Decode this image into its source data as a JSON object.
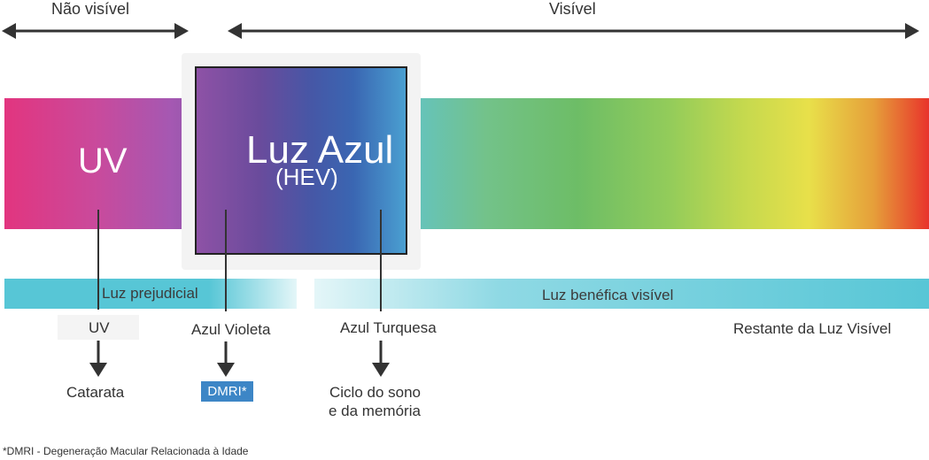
{
  "top": {
    "nao_visivel": "Não visível",
    "visivel": "Visível"
  },
  "spectrum": {
    "uv": "UV",
    "luz_azul": "Luz Azul",
    "hev": "(HEV)"
  },
  "bands": {
    "left": "Luz prejudicial",
    "right": "Luz benéfica visível"
  },
  "labels": {
    "uv": "UV",
    "azul_violeta": "Azul Violeta",
    "azul_turquesa": "Azul Turquesa",
    "restante": "Restante da Luz Visível"
  },
  "effects": {
    "catarata": "Catarata",
    "dmri": "DMRI*",
    "ciclo_line1": "Ciclo do sono",
    "ciclo_line2": "e da memória"
  },
  "footnote": "*DMRI - Degeneração Macular Relacionada à Idade",
  "colors": {
    "arrow": "#333333",
    "band": "#57c6d6",
    "dmri_badge": "#3d86c6"
  }
}
